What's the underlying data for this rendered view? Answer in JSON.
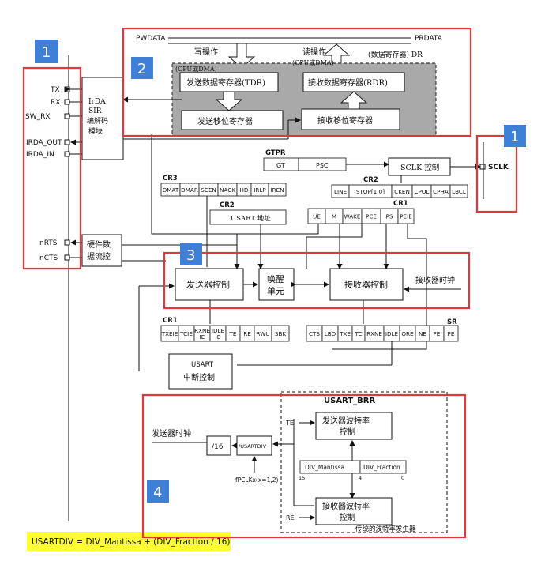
{
  "badges": [
    "1",
    "2",
    "3",
    "4",
    "1"
  ],
  "pins": {
    "tx": "TX",
    "rx": "RX",
    "sw_rx": "SW_RX",
    "irda_out": "IRDA_OUT",
    "irda_in": "IRDA_IN",
    "nrts": "nRTS",
    "ncts": "nCTS",
    "sclk": "SCLK"
  },
  "irda_block": [
    "IrDA",
    "SIR",
    "编解码",
    "模块"
  ],
  "flow_ctrl": [
    "硬件数",
    "据流控"
  ],
  "data_path": {
    "pwdata": "PWDATA",
    "prdata": "PRDATA",
    "write_op": "写操作",
    "read_op": "读操作",
    "cpu_dma_left": "(CPU或DMA)",
    "cpu_dma_right": "(CPU或DMA)",
    "data_reg": "(数据寄存器) DR",
    "tdr": "发送数据寄存器(TDR)",
    "rdr": "接收数据寄存器(RDR)",
    "tx_shift": "发送移位寄存器",
    "rx_shift": "接收移位寄存器"
  },
  "gtpr": {
    "title": "GTPR",
    "gt": "GT",
    "psc": "PSC"
  },
  "sclk_ctrl": "SCLK 控制",
  "cr3": {
    "title": "CR3",
    "bits": [
      "DMAT",
      "DMAR",
      "SCEN",
      "NACK",
      "HD",
      "IRLP",
      "IREN"
    ]
  },
  "cr2": {
    "title": "CR2",
    "bits": [
      "LINE",
      "STOP[1:0]",
      "CKEN",
      "CPOL",
      "CPHA",
      "LBCL"
    ]
  },
  "cr2b": {
    "title": "CR2",
    "usart_addr": "USART 地址"
  },
  "cr1a": {
    "title": "CR1",
    "bits": [
      "UE",
      "M",
      "WAKE",
      "PCE",
      "PS",
      "PEIE"
    ]
  },
  "tx_ctrl": "发送器控制",
  "wakeup": [
    "唤醒",
    "单元"
  ],
  "rx_ctrl": "接收器控制",
  "rx_clock": "接收器时钟",
  "cr1b": {
    "title": "CR1",
    "bits": [
      "TXEIE",
      "TCIE",
      "RXNE IE",
      "IDLE IE",
      "TE",
      "RE",
      "RWU",
      "SBK"
    ]
  },
  "sr": {
    "title": "SR",
    "bits": [
      "CTS",
      "LBD",
      "TXE",
      "TC",
      "RXNE",
      "IDLE",
      "ORE",
      "NE",
      "FE",
      "PE"
    ]
  },
  "usart_int": [
    "USART",
    "中断控制"
  ],
  "brr": {
    "title": "USART_BRR",
    "tx_clock": "发送器时钟",
    "div16": "/16",
    "usartdiv": "/USARTDIV",
    "pclk": "fPCLKx(x=1,2)",
    "te": "TE",
    "re": "RE",
    "tx_baud": [
      "发送器波特率",
      "控制"
    ],
    "rx_baud": [
      "接收器波特率",
      "控制"
    ],
    "mantissa": "DIV_Mantissa",
    "fraction": "DIV_Fraction",
    "bit15": "15",
    "bit4": "4",
    "bit0": "0",
    "generator": "传统的波特率发生器"
  },
  "formula": "USARTDIV = DIV_Mantissa + (DIV_Fraction / 16)",
  "colors": {
    "red": "#e0393b",
    "badge": "#3f7fd6",
    "gray": "#a9a9a9",
    "highlight": "#ffff33"
  }
}
